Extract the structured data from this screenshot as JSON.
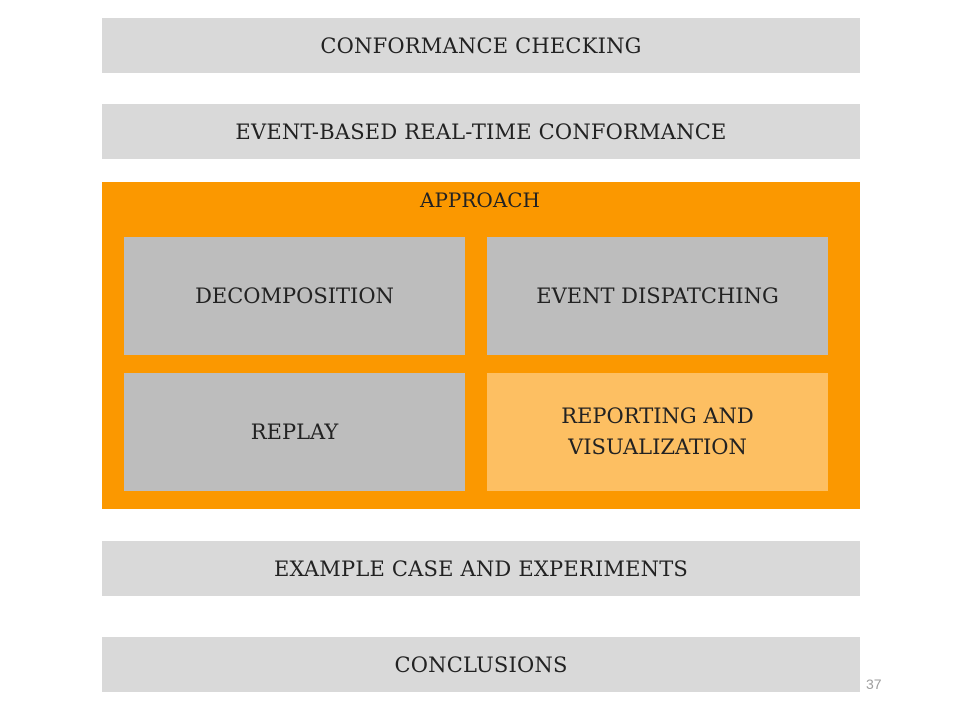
{
  "agenda": {
    "item_1": "CONFORMANCE CHECKING",
    "item_2": "EVENT-BASED REAL-TIME CONFORMANCE",
    "approach": {
      "title": "APPROACH",
      "tiles": [
        {
          "label": "DECOMPOSITION",
          "highlighted": false
        },
        {
          "label": "EVENT DISPATCHING",
          "highlighted": false
        },
        {
          "label": "REPLAY",
          "highlighted": false
        },
        {
          "label": "REPORTING AND VISUALIZATION",
          "highlighted": true
        }
      ]
    },
    "item_4": "EXAMPLE CASE AND EXPERIMENTS",
    "item_5": "CONCLUSIONS"
  },
  "page_number": "37",
  "colors": {
    "band": "#d9d9d9",
    "approach_background": "#fb9800",
    "tile": "#bdbdbd",
    "tile_highlight": "#fdbf62"
  }
}
